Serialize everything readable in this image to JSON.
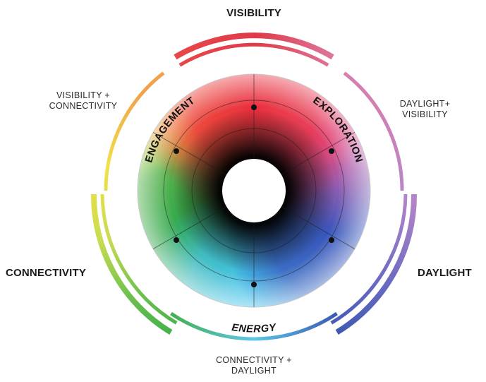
{
  "diagram": {
    "primary_labels": {
      "visibility": "VISIBILITY",
      "connectivity": "CONNECTIVITY",
      "daylight": "DAYLIGHT"
    },
    "combined_labels": {
      "visibility_connectivity": [
        "VISIBILITY +",
        "CONNECTIVITY"
      ],
      "daylight_visibility": [
        "DAYLIGHT+",
        "VISIBILITY"
      ],
      "connectivity_daylight": [
        "CONNECTIVITY +",
        "DAYLIGHT"
      ]
    },
    "segment_labels": {
      "engagement": "ENGAGEMENT",
      "exploration": "EXPLORATION",
      "energy": "ENERGY"
    },
    "colors": {
      "visibility": "#e8383f",
      "connectivity": "#57b847",
      "daylight": "#3a5bb8",
      "engagement": "#e8d93c",
      "exploration": "#b57fc9",
      "energy": "#5ec6e8"
    }
  }
}
